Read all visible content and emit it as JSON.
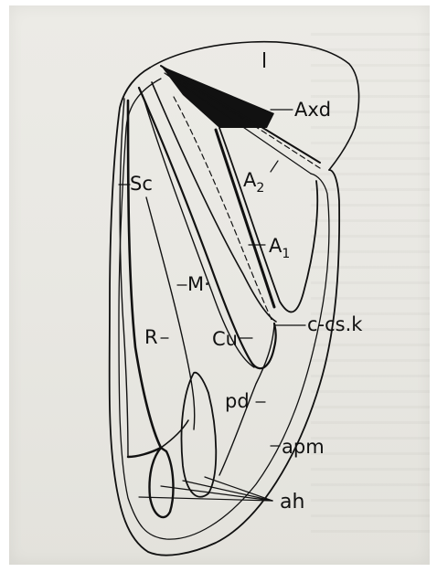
{
  "figure": {
    "labels": {
      "l": "l",
      "axd": "Axd",
      "sc": "Sc",
      "a2_base": "A",
      "a2_sub": "2",
      "a1_base": "A",
      "a1_sub": "1",
      "m": "M·",
      "r": "R",
      "cu": "Cu",
      "ccsk": "c-cs.k",
      "pd": "pd",
      "apm": "apm",
      "ah": "ah"
    },
    "colors": {
      "ink": "#111111",
      "paper": "#e9e8e3"
    }
  }
}
